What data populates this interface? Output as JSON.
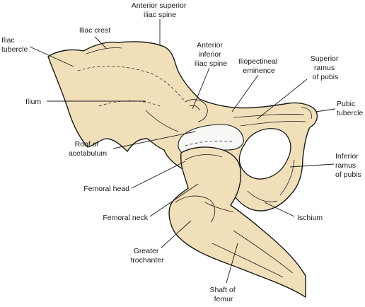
{
  "colors": {
    "bone_fill": "#f1dfba",
    "outline": "#1a1a1a",
    "cartilage": "#f7f7f5",
    "background": "#ffffff"
  },
  "labels": {
    "anterior_superior_iliac_spine": [
      "Anterior superior",
      "iliac spine"
    ],
    "iliac_crest": [
      "Iliac crest"
    ],
    "iliac_tubercle": [
      "Iliac",
      "tubercle"
    ],
    "anterior_inferior_iliac_spine": [
      "Anterior",
      "inferior",
      "iliac spine"
    ],
    "iliopectineal_eminence": [
      "Iliopectineal",
      "eminence"
    ],
    "superior_ramus_of_pubis": [
      "Superior",
      "ramus",
      "of pubis"
    ],
    "ilium": [
      "Ilium"
    ],
    "pubic_tubercle": [
      "Pubic",
      "tubercle"
    ],
    "roof_of_acetabulum": [
      "Roof of",
      "acetabulum"
    ],
    "inferior_ramus_of_pubis": [
      "Inferior",
      "ramus",
      "of pubis"
    ],
    "femoral_head": [
      "Femoral head"
    ],
    "femoral_neck": [
      "Femoral neck"
    ],
    "ischium": [
      "Ischium"
    ],
    "greater_trochanter": [
      "Greater",
      "trochanter"
    ],
    "shaft_of_femur": [
      "Shaft of",
      "femur"
    ]
  }
}
